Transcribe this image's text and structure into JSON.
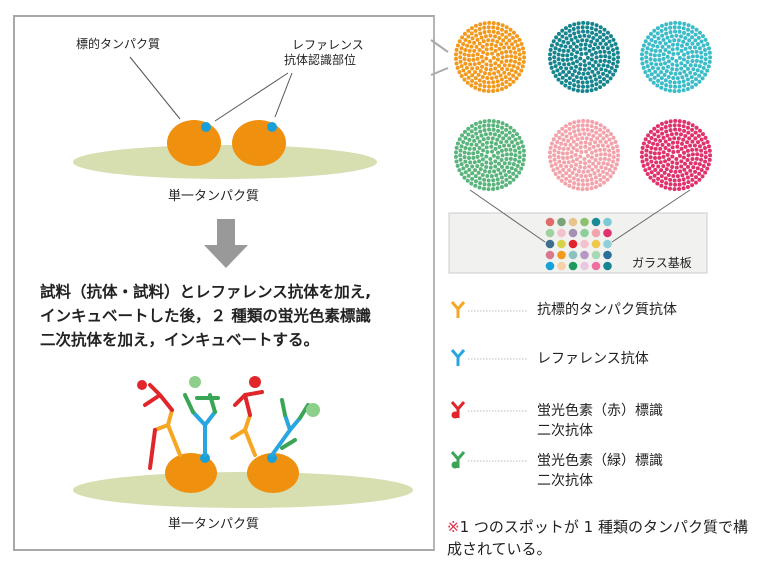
{
  "left_panel": {
    "label_target_protein": "標的タンパク質",
    "label_ref_site_line1": "レファレンス",
    "label_ref_site_line2": "抗体認識部位",
    "label_single_protein_top": "単一タンパク質",
    "step_text": [
      "試料（抗体・試料）とレファレンス抗体を加え,",
      "インキュベートした後，２ 種類の蛍光色素標識",
      "二次抗体を加え，インキュベートする。"
    ],
    "label_single_protein_bottom": "単一タンパク質"
  },
  "right_panel": {
    "spot_colors": [
      "#f29a1f",
      "#17858f",
      "#3cbcc9",
      "#5ab57c",
      "#f3a3ab",
      "#e0336c"
    ],
    "glass_label": "ガラス基板",
    "legend": [
      {
        "icon": "orange-antibody-icon",
        "color": "#f5a623",
        "text": [
          "抗標的タンパク質抗体"
        ]
      },
      {
        "icon": "blue-antibody-icon",
        "color": "#29a6de",
        "text": [
          "レファレンス抗体"
        ]
      },
      {
        "icon": "red-antibody-icon",
        "color": "#e0262a",
        "text": [
          "蛍光色素（赤）標識",
          "二次抗体"
        ]
      },
      {
        "icon": "green-antibody-icon",
        "color": "#3aa655",
        "text": [
          "蛍光色素（緑）標識",
          "二次抗体"
        ]
      }
    ],
    "note_mark": "※",
    "note_text": "1 つのスポットが 1 種類のタンパク質で構成されている。"
  }
}
